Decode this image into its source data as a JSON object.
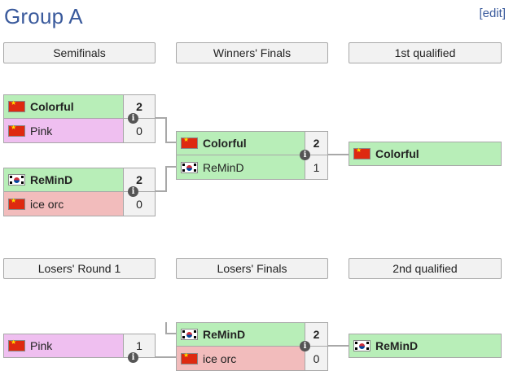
{
  "title": "Group A",
  "edit_label": "[edit]",
  "headers": {
    "semifinals": "Semifinals",
    "winners_finals": "Winners' Finals",
    "first_qualified": "1st qualified",
    "losers_round1": "Losers' Round 1",
    "losers_finals": "Losers' Finals",
    "second_qualified": "2nd qualified"
  },
  "matches": {
    "semi1": {
      "p1": {
        "name": "Colorful",
        "score": "2",
        "flag": "cn"
      },
      "p2": {
        "name": "Pink",
        "score": "0",
        "flag": "cn"
      }
    },
    "semi2": {
      "p1": {
        "name": "ReMinD",
        "score": "2",
        "flag": "kr"
      },
      "p2": {
        "name": "ice orc",
        "score": "0",
        "flag": "cn"
      }
    },
    "winners_final": {
      "p1": {
        "name": "Colorful",
        "score": "2",
        "flag": "cn"
      },
      "p2": {
        "name": "ReMinD",
        "score": "1",
        "flag": "kr"
      }
    },
    "first_qualified": {
      "name": "Colorful",
      "flag": "cn"
    },
    "losers_r1": {
      "p1": {
        "name": "Pink",
        "score": "1",
        "flag": "cn"
      }
    },
    "losers_final": {
      "p1": {
        "name": "ReMinD",
        "score": "2",
        "flag": "kr"
      },
      "p2": {
        "name": "ice orc",
        "score": "0",
        "flag": "cn"
      }
    },
    "second_qualified": {
      "name": "ReMinD",
      "flag": "kr"
    }
  },
  "info_glyph": "i",
  "colors": {
    "win": "#b8eeb8",
    "loss_pink": "#efbff0",
    "loss_red": "#f2bcbc",
    "link": "#3a5a9c"
  }
}
